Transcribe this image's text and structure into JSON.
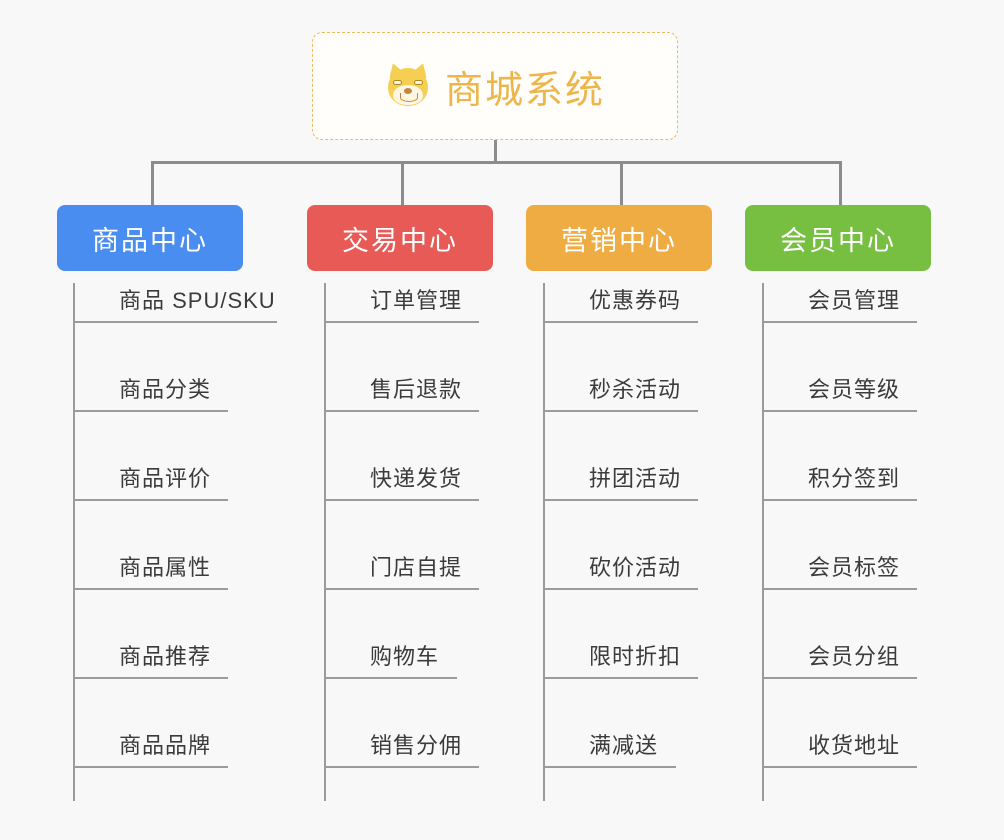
{
  "background_color": "#f8f8f8",
  "root": {
    "icon": "shiba-dog-face-icon",
    "emoji": "🐶",
    "title": "商城系统",
    "text_color": "#edb64b",
    "border_color": "#edb95e",
    "background_color": "#fffefb"
  },
  "columns": [
    {
      "id": "product-center",
      "label": "商品中心",
      "color": "#4a8df0",
      "items": [
        "商品 SPU/SKU",
        "商品分类",
        "商品评价",
        "商品属性",
        "商品推荐",
        "商品品牌"
      ]
    },
    {
      "id": "trade-center",
      "label": "交易中心",
      "color": "#e75a56",
      "items": [
        "订单管理",
        "售后退款",
        "快递发货",
        "门店自提",
        "购物车",
        "销售分佣"
      ]
    },
    {
      "id": "marketing-center",
      "label": "营销中心",
      "color": "#eeac43",
      "items": [
        "优惠券码",
        "秒杀活动",
        "拼团活动",
        "砍价活动",
        "限时折扣",
        "满减送"
      ]
    },
    {
      "id": "member-center",
      "label": "会员中心",
      "color": "#76bf41",
      "items": [
        "会员管理",
        "会员等级",
        "积分签到",
        "会员标签",
        "会员分组",
        "收货地址"
      ]
    }
  ],
  "connector_color": "#8c8c8c",
  "leaf_line_color": "#9b9b9b"
}
